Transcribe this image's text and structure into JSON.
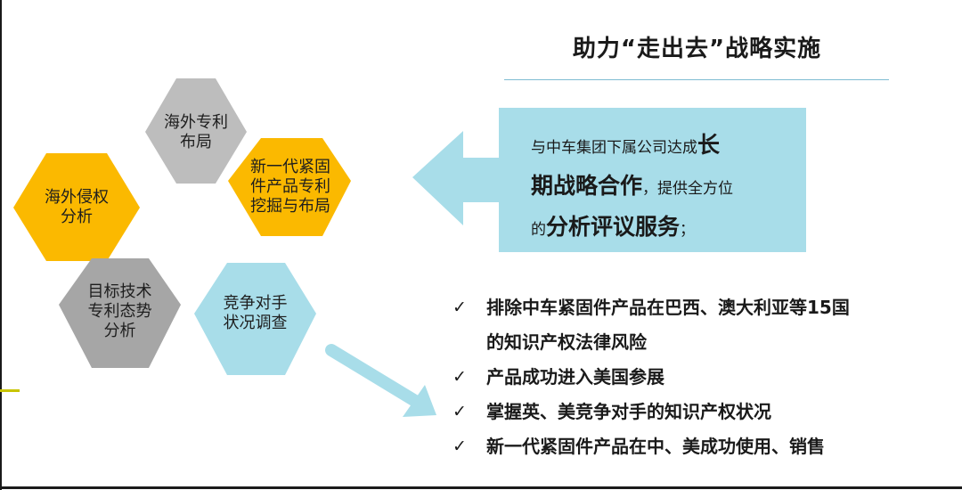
{
  "title": "助力“走出去”战略实施",
  "hexagons": [
    {
      "lines": [
        "海外专利",
        "布局"
      ],
      "color": "#bdbdbd"
    },
    {
      "lines": [
        "新一代紧固",
        "件产品专利",
        "挖掘与布局"
      ],
      "color": "#fbb900"
    },
    {
      "lines": [
        "海外侵权",
        "分析"
      ],
      "color": "#fbb900"
    },
    {
      "lines": [
        "目标技术",
        "专利态势",
        "分析"
      ],
      "color": "#a6a6a6"
    },
    {
      "lines": [
        "竞争对手",
        "状况调查"
      ],
      "color": "#a8dde9"
    }
  ],
  "callout": {
    "line1_normal": "与中车集团下属公司达成",
    "line1_bold": "长",
    "line2_bold": "期战略合作",
    "line2_normal": "，提供全方位",
    "line3_normal": "的",
    "line3_bold": "分析评议服务",
    "line3_end": "；",
    "color": "#a8dde9"
  },
  "results": [
    {
      "check": "✓",
      "text": "排除中车紧固件产品在巴西、澳大利亚等15国",
      "cont": "的知识产权法律风险"
    },
    {
      "check": "✓",
      "text": "产品成功进入美国参展"
    },
    {
      "check": "✓",
      "text": "掌握英、美竞争对手的知识产权状况"
    },
    {
      "check": "✓",
      "text": "新一代紧固件产品在中、美成功使用、销售"
    }
  ],
  "colors": {
    "accent_blue": "#a8dde9",
    "accent_yellow": "#fbb900",
    "gray": "#bdbdbd",
    "dark_gray": "#a6a6a6"
  }
}
